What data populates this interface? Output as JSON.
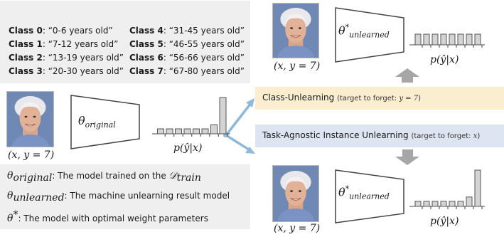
{
  "classes": [
    {
      "label": "Class 0",
      "text": ": “0-6 years old”"
    },
    {
      "label": "Class 1",
      "text": ": “7-12 years old”"
    },
    {
      "label": "Class 2",
      "text": ": “13-19 years old”"
    },
    {
      "label": "Class 3",
      "text": ": “20-30 years old”"
    },
    {
      "label": "Class 4",
      "text": ": “31-45 years old”"
    },
    {
      "label": "Class 5",
      "text": ": “46-55 years old”"
    },
    {
      "label": "Class 6",
      "text": ": “56-66 years old”"
    },
    {
      "label": "Class 7",
      "text": ": “67-80 years old”"
    }
  ],
  "input_caption": "(x, y = 7)",
  "output_label": "p(ŷ|x)",
  "models": {
    "original": {
      "theta": "θ",
      "sub": "original",
      "probs": [
        0.12,
        0.12,
        0.12,
        0.12,
        0.12,
        0.12,
        0.22,
        0.88
      ]
    },
    "class_unlearned": {
      "theta": "θ",
      "sup": "*",
      "sub": "unlearned",
      "probs": [
        0.3,
        0.3,
        0.3,
        0.3,
        0.3,
        0.3,
        0.3,
        0.3
      ]
    },
    "task_unlearned": {
      "theta": "θ",
      "sup": "*",
      "sub": "unlearned",
      "probs": [
        0.12,
        0.12,
        0.12,
        0.12,
        0.12,
        0.12,
        0.22,
        0.85
      ]
    }
  },
  "banners": {
    "class_unlearning": {
      "title": "Class-Unlearning",
      "note_prefix": "(target to forget: ",
      "note_math": "y = 7",
      "note_suffix": ")"
    },
    "task_agnostic": {
      "title": "Task-Agnostic Instance Unlearning",
      "note_prefix": "(target to forget: ",
      "note_math": "x",
      "note_suffix": ")"
    }
  },
  "legend": [
    {
      "theta": "θ",
      "sub": "original",
      "sup": "",
      "text": ": The model trained on the ",
      "tail_math": "𝒟",
      "tail_sub": "train"
    },
    {
      "theta": "θ",
      "sub": "unlearned",
      "sup": "",
      "text": ": The machine unlearning result model",
      "tail_math": "",
      "tail_sub": ""
    },
    {
      "theta": "θ",
      "sub": "",
      "sup": "*",
      "text": ": The model with optimal weight parameters",
      "tail_math": "",
      "tail_sub": ""
    }
  ],
  "colors": {
    "panel_bg": "#efefef",
    "class_banner_bg": "#fbeed0",
    "task_banner_bg": "#dde4f2",
    "branch_arrow": "#8fb9dc",
    "flow_arrow": "#a6a6a6",
    "bar_fill": "#d4d4d4",
    "bar_stroke": "#555555"
  }
}
